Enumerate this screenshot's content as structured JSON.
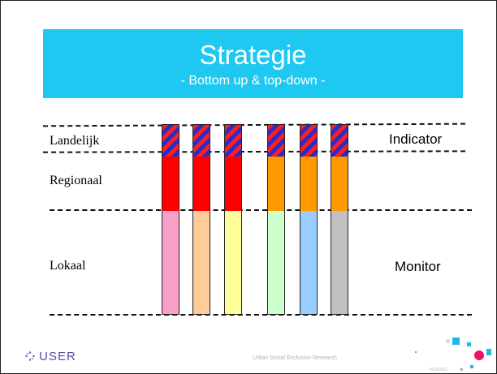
{
  "title": {
    "main": "Strategie",
    "sub": "- Bottom up & top-down -"
  },
  "labels": {
    "landelijk": "Landelijk",
    "regionaal": "Regionaal",
    "lokaal": "Lokaal",
    "indicator": "Indicator",
    "monitor": "Monitor"
  },
  "colors": {
    "title_bg": "#1ec8f0",
    "red": "#ff0000",
    "orange": "#ff9900",
    "hatch_red": "#ff1e1e",
    "hatch_blue": "#2a2cc8"
  },
  "bars": [
    {
      "middle": "#ff0000",
      "bottom": "#f7a0c8"
    },
    {
      "middle": "#ff0000",
      "bottom": "#ffcc99"
    },
    {
      "middle": "#ff0000",
      "bottom": "#ffff99"
    },
    {
      "middle": "#ff9900",
      "bottom": "#ccffcc"
    },
    {
      "middle": "#ff9900",
      "bottom": "#99ccff"
    },
    {
      "middle": "#ff9900",
      "bottom": "#c0c0c0"
    }
  ],
  "footer": {
    "logo": "USER",
    "org": "Urban Social Exclusion Research",
    "date": "6/13/2011",
    "page": "6"
  }
}
